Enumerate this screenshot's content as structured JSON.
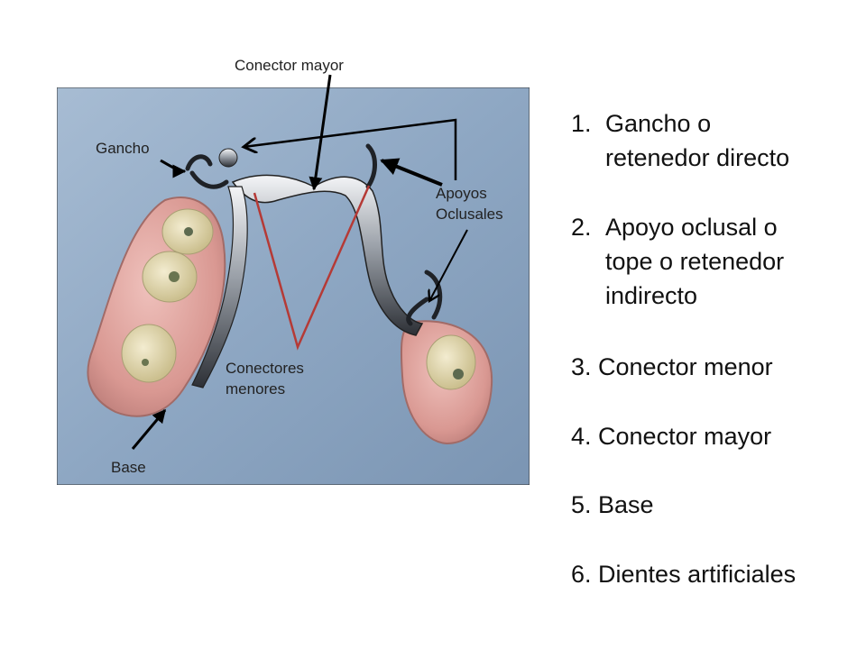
{
  "labels": {
    "conector_mayor": "Conector mayor",
    "gancho": "Gancho",
    "apoyos_oclusales": "Apoyos\nOclusales",
    "conectores_menores": "Conectores\nmenores",
    "base": "Base"
  },
  "list": [
    {
      "num": "1.",
      "text": "Gancho o\nretenedor directo"
    },
    {
      "num": "2.",
      "text": "Apoyo oclusal o\ntope o retenedor\nindirecto"
    },
    {
      "text": "3. Conector menor"
    },
    {
      "text": "4. Conector mayor"
    },
    {
      "text": "5. Base"
    },
    {
      "text": "6. Dientes artificiales"
    }
  ],
  "colors": {
    "photo_background": "#8fa7c2",
    "denture_pink": "#e0a6a2",
    "metal": "#c9ccd2",
    "tooth": "#e7dfb6",
    "black_arrow": "#000000",
    "red_arrow": "#b53a36"
  }
}
